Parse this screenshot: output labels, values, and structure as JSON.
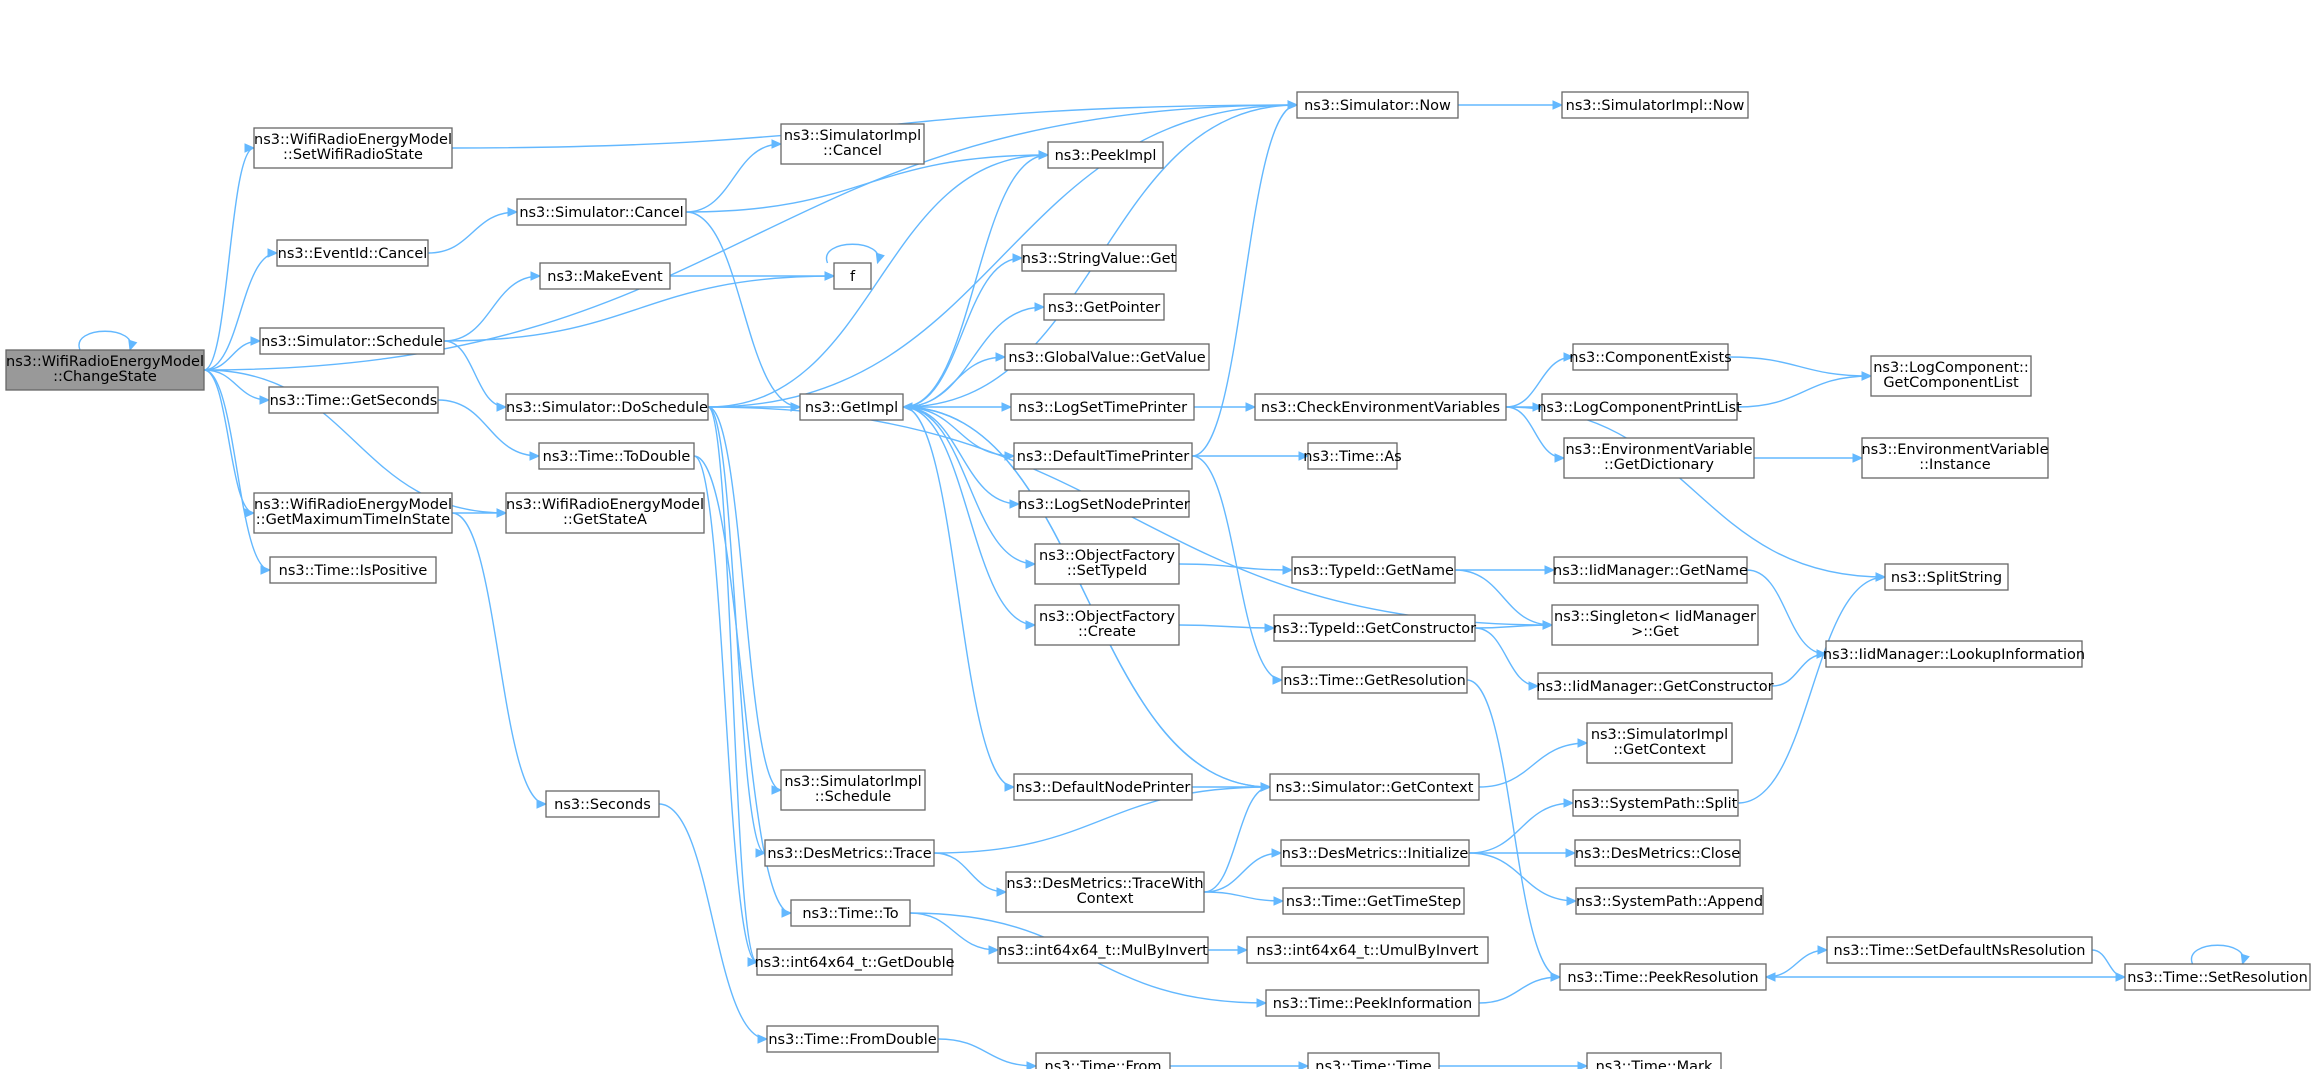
{
  "colors": {
    "edge": "#63b8ff",
    "root_fill": "#999999",
    "node_border": "#666666"
  },
  "nodes": [
    {
      "id": "root",
      "lines": [
        "ns3::WifiRadioEnergyModel",
        "::ChangeState"
      ],
      "root": true
    },
    {
      "id": "now",
      "lines": [
        "ns3::Simulator::Now"
      ]
    },
    {
      "id": "implnow",
      "lines": [
        "ns3::SimulatorImpl::Now"
      ]
    },
    {
      "id": "setwifi",
      "lines": [
        "ns3::WifiRadioEnergyModel",
        "::SetWifiRadioState"
      ]
    },
    {
      "id": "implcancel",
      "lines": [
        "ns3::SimulatorImpl",
        "::Cancel"
      ]
    },
    {
      "id": "peekimpl",
      "lines": [
        "ns3::PeekImpl"
      ]
    },
    {
      "id": "simcancel",
      "lines": [
        "ns3::Simulator::Cancel"
      ]
    },
    {
      "id": "eventcancel",
      "lines": [
        "ns3::EventId::Cancel"
      ]
    },
    {
      "id": "makeevent",
      "lines": [
        "ns3::MakeEvent"
      ]
    },
    {
      "id": "f",
      "lines": [
        "f"
      ]
    },
    {
      "id": "strget",
      "lines": [
        "ns3::StringValue::Get"
      ]
    },
    {
      "id": "getpointer",
      "lines": [
        "ns3::GetPointer"
      ]
    },
    {
      "id": "schedule",
      "lines": [
        "ns3::Simulator::Schedule"
      ]
    },
    {
      "id": "globalget",
      "lines": [
        "ns3::GlobalValue::GetValue"
      ]
    },
    {
      "id": "compexists",
      "lines": [
        "ns3::ComponentExists"
      ]
    },
    {
      "id": "getcomplist",
      "lines": [
        "ns3::LogComponent::",
        "GetComponentList"
      ]
    },
    {
      "id": "getseconds",
      "lines": [
        "ns3::Time::GetSeconds"
      ]
    },
    {
      "id": "doschedule",
      "lines": [
        "ns3::Simulator::DoSchedule"
      ]
    },
    {
      "id": "getimpl",
      "lines": [
        "ns3::GetImpl"
      ]
    },
    {
      "id": "logsettime",
      "lines": [
        "ns3::LogSetTimePrinter"
      ]
    },
    {
      "id": "checkenv",
      "lines": [
        "ns3::CheckEnvironmentVariables"
      ]
    },
    {
      "id": "logcompprint",
      "lines": [
        "ns3::LogComponentPrintList"
      ]
    },
    {
      "id": "todouble",
      "lines": [
        "ns3::Time::ToDouble"
      ]
    },
    {
      "id": "deftimeprinter",
      "lines": [
        "ns3::DefaultTimePrinter"
      ]
    },
    {
      "id": "timeas",
      "lines": [
        "ns3::Time::As"
      ]
    },
    {
      "id": "envdict",
      "lines": [
        "ns3::EnvironmentVariable",
        "::GetDictionary"
      ]
    },
    {
      "id": "envinst",
      "lines": [
        "ns3::EnvironmentVariable",
        "::Instance"
      ]
    },
    {
      "id": "getmax",
      "lines": [
        "ns3::WifiRadioEnergyModel",
        "::GetMaximumTimeInState"
      ]
    },
    {
      "id": "getstatea",
      "lines": [
        "ns3::WifiRadioEnergyModel",
        "::GetStateA"
      ]
    },
    {
      "id": "logsetnode",
      "lines": [
        "ns3::LogSetNodePrinter"
      ]
    },
    {
      "id": "ispositive",
      "lines": [
        "ns3::Time::IsPositive"
      ]
    },
    {
      "id": "objsettypeid",
      "lines": [
        "ns3::ObjectFactory",
        "::SetTypeId"
      ]
    },
    {
      "id": "typeidgetname",
      "lines": [
        "ns3::TypeId::GetName"
      ]
    },
    {
      "id": "iidgetname",
      "lines": [
        "ns3::IidManager::GetName"
      ]
    },
    {
      "id": "splitstring",
      "lines": [
        "ns3::SplitString"
      ]
    },
    {
      "id": "objcreate",
      "lines": [
        "ns3::ObjectFactory",
        "::Create"
      ]
    },
    {
      "id": "typeidgetctor",
      "lines": [
        "ns3::TypeId::GetConstructor"
      ]
    },
    {
      "id": "singleton",
      "lines": [
        "ns3::Singleton< IidManager",
        ">::Get"
      ]
    },
    {
      "id": "lookupinfo",
      "lines": [
        "ns3::IidManager::LookupInformation"
      ]
    },
    {
      "id": "getresolution",
      "lines": [
        "ns3::Time::GetResolution"
      ]
    },
    {
      "id": "iidgetctor",
      "lines": [
        "ns3::IidManager::GetConstructor"
      ]
    },
    {
      "id": "implgetctx",
      "lines": [
        "ns3::SimulatorImpl",
        "::GetContext"
      ]
    },
    {
      "id": "seconds",
      "lines": [
        "ns3::Seconds"
      ]
    },
    {
      "id": "implschedule",
      "lines": [
        "ns3::SimulatorImpl",
        "::Schedule"
      ]
    },
    {
      "id": "defnodeprinter",
      "lines": [
        "ns3::DefaultNodePrinter"
      ]
    },
    {
      "id": "simgetctx",
      "lines": [
        "ns3::Simulator::GetContext"
      ]
    },
    {
      "id": "syssplit",
      "lines": [
        "ns3::SystemPath::Split"
      ]
    },
    {
      "id": "destrace",
      "lines": [
        "ns3::DesMetrics::Trace"
      ]
    },
    {
      "id": "destracewith",
      "lines": [
        "ns3::DesMetrics::TraceWith",
        "Context"
      ]
    },
    {
      "id": "desinit",
      "lines": [
        "ns3::DesMetrics::Initialize"
      ]
    },
    {
      "id": "desclose",
      "lines": [
        "ns3::DesMetrics::Close"
      ]
    },
    {
      "id": "gettimestep",
      "lines": [
        "ns3::Time::GetTimeStep"
      ]
    },
    {
      "id": "sysappend",
      "lines": [
        "ns3::SystemPath::Append"
      ]
    },
    {
      "id": "timeto",
      "lines": [
        "ns3::Time::To"
      ]
    },
    {
      "id": "mulbyinvert",
      "lines": [
        "ns3::int64x64_t::MulByInvert"
      ]
    },
    {
      "id": "umulbyinvert",
      "lines": [
        "ns3::int64x64_t::UmulByInvert"
      ]
    },
    {
      "id": "setdefns",
      "lines": [
        "ns3::Time::SetDefaultNsResolution"
      ]
    },
    {
      "id": "getdouble",
      "lines": [
        "ns3::int64x64_t::GetDouble"
      ]
    },
    {
      "id": "peekres",
      "lines": [
        "ns3::Time::PeekResolution"
      ]
    },
    {
      "id": "setres",
      "lines": [
        "ns3::Time::SetResolution"
      ]
    },
    {
      "id": "peekinfo",
      "lines": [
        "ns3::Time::PeekInformation"
      ]
    },
    {
      "id": "fromdouble",
      "lines": [
        "ns3::Time::FromDouble"
      ]
    },
    {
      "id": "timefrom",
      "lines": [
        "ns3::Time::From"
      ]
    },
    {
      "id": "timetime",
      "lines": [
        "ns3::Time::Time"
      ]
    },
    {
      "id": "timemark",
      "lines": [
        "ns3::Time::Mark"
      ]
    }
  ]
}
